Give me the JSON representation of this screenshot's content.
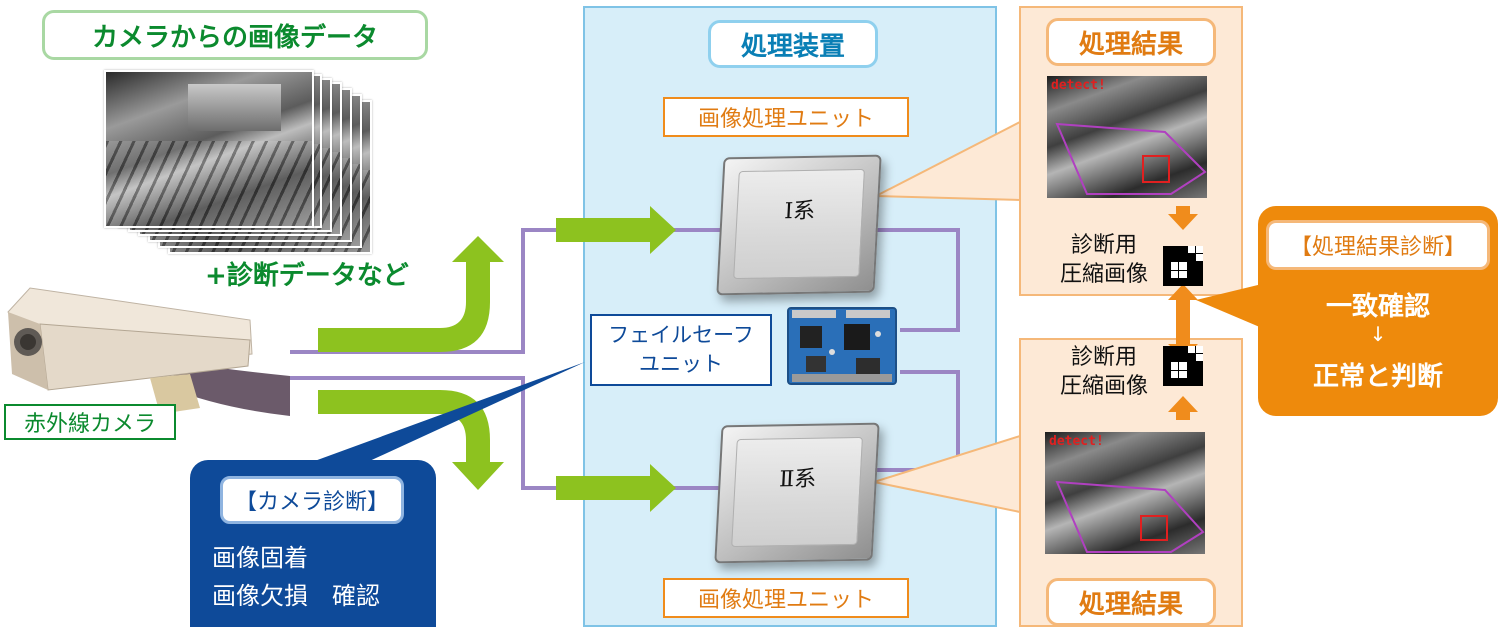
{
  "camera_data_label": "カメラからの画像データ",
  "diagnostic_data_label": "+診断データなど",
  "ir_camera_label": "赤外線カメラ",
  "processing_device_label": "処理装置",
  "image_unit_top": "画像処理ユニット",
  "image_unit_bottom": "画像処理ユニット",
  "chip_i": "I系",
  "chip_ii": "Ⅱ系",
  "failsafe_line1": "フェイルセーフ",
  "failsafe_line2": "ユニット",
  "result_top": "処理結果",
  "result_bottom": "処理結果",
  "detect_text": "detect!",
  "compressed_top_line1": "診断用",
  "compressed_top_line2": "圧縮画像",
  "compressed_bottom_line1": "診断用",
  "compressed_bottom_line2": "圧縮画像",
  "result_diag_title": "【処理結果診断】",
  "result_diag_line1": "一致確認",
  "result_diag_arrow": "↓",
  "result_diag_line2": "正常と判断",
  "camera_diag_title": "【カメラ診断】",
  "camera_diag_line1": "画像固着",
  "camera_diag_line2": "画像欠損　確認",
  "colors": {
    "green_arrow": "#8dc21f",
    "purple_line": "#9b86c4",
    "light_blue_panel": "#d7eef9",
    "light_orange_panel": "#fde9d6",
    "orange_callout": "#ee8a0c",
    "navy_callout": "#0e4a99",
    "result_orange_arrow": "#f08c1c"
  }
}
